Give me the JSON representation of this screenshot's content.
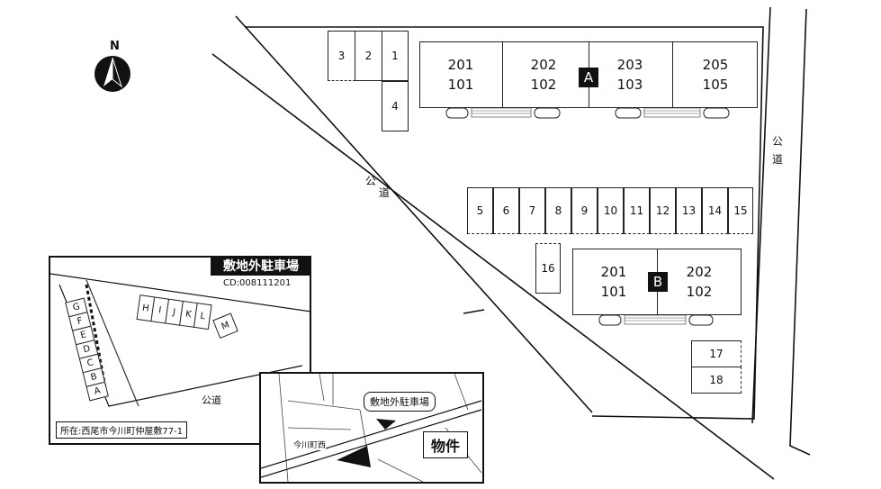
{
  "compass": {
    "north_label": "N",
    "icon": "north-arrow-icon"
  },
  "road_labels": {
    "diagonal": [
      "公",
      "道"
    ],
    "right": [
      "公",
      "道"
    ],
    "inset_road": "公道"
  },
  "building_a": {
    "badge": "A",
    "units": [
      {
        "upper": "201",
        "lower": "101"
      },
      {
        "upper": "202",
        "lower": "102"
      },
      {
        "upper": "203",
        "lower": "103"
      },
      {
        "upper": "205",
        "lower": "105"
      }
    ]
  },
  "building_b": {
    "badge": "B",
    "units": [
      {
        "upper": "201",
        "lower": "101"
      },
      {
        "upper": "202",
        "lower": "102"
      }
    ]
  },
  "parking_top": [
    "3",
    "2",
    "1"
  ],
  "parking_4": "4",
  "parking_row": [
    "5",
    "6",
    "7",
    "8",
    "9",
    "10",
    "11",
    "12",
    "13",
    "14",
    "15"
  ],
  "parking_16": "16",
  "parking_17": "17",
  "parking_18": "18",
  "offsite_inset": {
    "title": "敷地外駐車場",
    "code": "CD:008111201",
    "address": "所在:西尾市今川町仲屋敷77-1",
    "slots_left": [
      "G",
      "F",
      "E",
      "D",
      "C",
      "B",
      "A"
    ],
    "slots_top": [
      "H",
      "I",
      "J",
      "K",
      "L",
      "M"
    ]
  },
  "location_inset": {
    "callout": "敷地外駐車場",
    "property_label": "物件",
    "intersection": "今川町西"
  }
}
